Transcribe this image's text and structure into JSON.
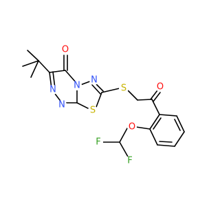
{
  "molecule": {
    "atoms": {
      "O_carbonyl_ring": {
        "symbol": "O",
        "color": "#FF0D0D"
      },
      "N3": {
        "symbol": "N",
        "color": "#3050F8"
      },
      "N4": {
        "symbol": "N",
        "color": "#3050F8"
      },
      "N5": {
        "symbol": "N",
        "color": "#3050F8"
      },
      "N_thiadiazole": {
        "symbol": "N",
        "color": "#3050F8"
      },
      "S_ring": {
        "symbol": "S",
        "color": "#C8B400"
      },
      "S_thioether": {
        "symbol": "S",
        "color": "#C8B400"
      },
      "O_ketone": {
        "symbol": "O",
        "color": "#FF0D0D"
      },
      "O_ether": {
        "symbol": "O",
        "color": "#FF0D0D"
      },
      "F1": {
        "symbol": "F",
        "color": "#33A020"
      },
      "F2": {
        "symbol": "F",
        "color": "#33A020"
      }
    }
  }
}
